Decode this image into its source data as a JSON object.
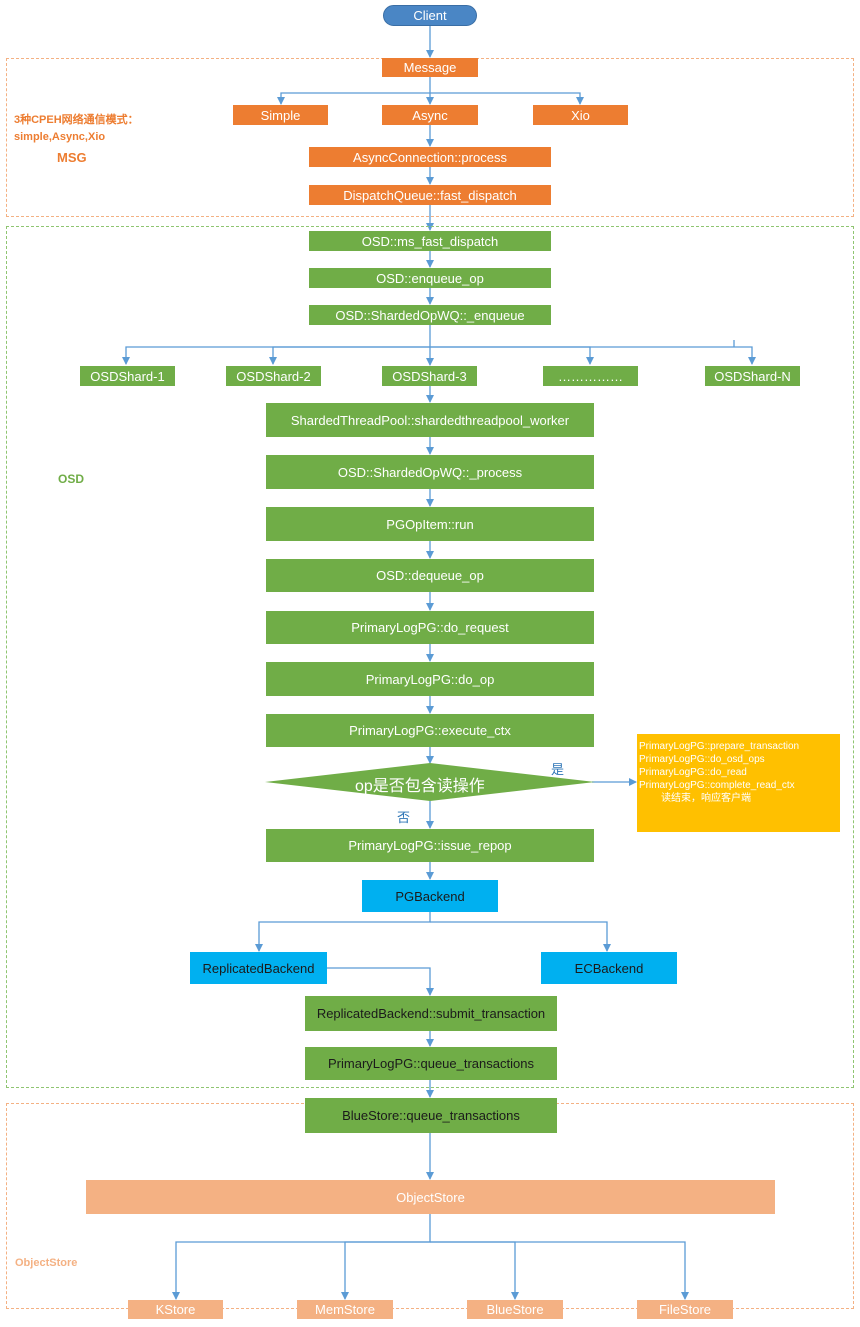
{
  "client": "Client",
  "msg_region": {
    "note": "3种CPEH网络通信模式：simple,Async,Xio",
    "label": "MSG",
    "message": "Message",
    "simple": "Simple",
    "async": "Async",
    "xio": "Xio",
    "async_connection": "AsyncConnection::process",
    "dispatch_queue": "DispatchQueue::fast_dispatch"
  },
  "osd_region": {
    "label": "OSD",
    "ms_fast_dispatch": "OSD::ms_fast_dispatch",
    "enqueue_op": "OSD::enqueue_op",
    "sharded_enqueue": "OSD::ShardedOpWQ::_enqueue",
    "shards": [
      "OSDShard-1",
      "OSDShard-2",
      "OSDShard-3",
      "……………",
      "OSDShard-N"
    ],
    "steps": [
      "ShardedThreadPool::shardedthreadpool_worker",
      "OSD::ShardedOpWQ::_process",
      "PGOpItem::run",
      "OSD::dequeue_op",
      "PrimaryLogPG::do_request",
      "PrimaryLogPG::do_op",
      "PrimaryLogPG::execute_ctx"
    ],
    "decision": "op是否包含读操作",
    "yes": "是",
    "no": "否",
    "read_note": [
      "PrimaryLogPG::prepare_transaction",
      "PrimaryLogPG::do_osd_ops",
      "PrimaryLogPG::do_read",
      "PrimaryLogPG::complete_read_ctx",
      "读结束，响应客户端"
    ],
    "issue_repop": "PrimaryLogPG::issue_repop",
    "pg_backend": "PGBackend",
    "replicated_backend": "ReplicatedBackend",
    "ec_backend": "ECBackend",
    "submit_transaction": "ReplicatedBackend::submit_transaction",
    "queue_transactions": "PrimaryLogPG::queue_transactions"
  },
  "objectstore_region": {
    "label": "ObjectStore",
    "bluestore_queue": "BlueStore::queue_transactions",
    "objectstore": "ObjectStore",
    "stores": [
      "KStore",
      "MemStore",
      "BlueStore",
      "FileStore"
    ]
  },
  "colors": {
    "msg": "#ed7d31",
    "osd": "#70ad47",
    "backend": "#00b0f0",
    "objectstore": "#f4b183",
    "note": "#ffc000",
    "client": "#4a86c5",
    "arrow": "#5b9bd5"
  }
}
